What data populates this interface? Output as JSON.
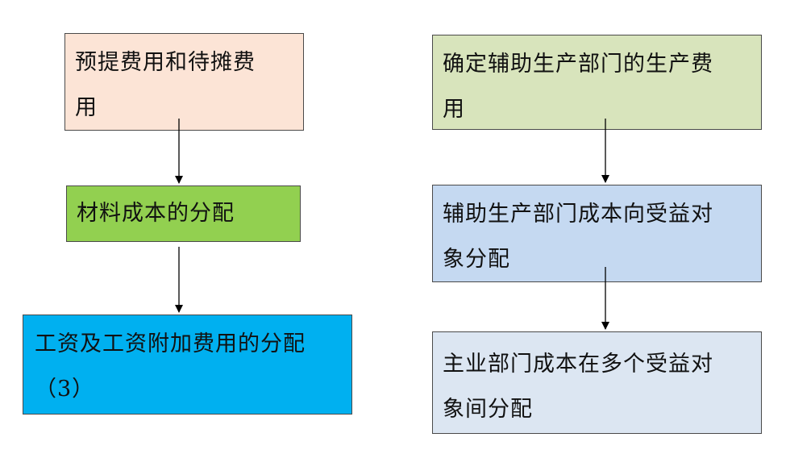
{
  "colors": {
    "box_a": "#fce4d6",
    "box_b": "#92d050",
    "box_c": "#00b0f0",
    "box_d": "#d8e4bc",
    "box_e": "#c5d9f1",
    "box_f": "#dce6f2",
    "arrow": "#000000"
  },
  "left_column": {
    "step1": {
      "line1": "预提费用和待摊费",
      "line2": "用"
    },
    "step2": {
      "line1": "材料成本的分配"
    },
    "step3": {
      "line1": "工资及工资附加费用的分配",
      "line2": "（3）"
    }
  },
  "right_column": {
    "step1": {
      "line1": "确定辅助生产部门的生产费",
      "line2": "用"
    },
    "step2": {
      "line1": "辅助生产部门成本向受益对",
      "line2": "象分配"
    },
    "step3": {
      "line1": "主业部门成本在多个受益对",
      "line2": "象间分配"
    }
  }
}
